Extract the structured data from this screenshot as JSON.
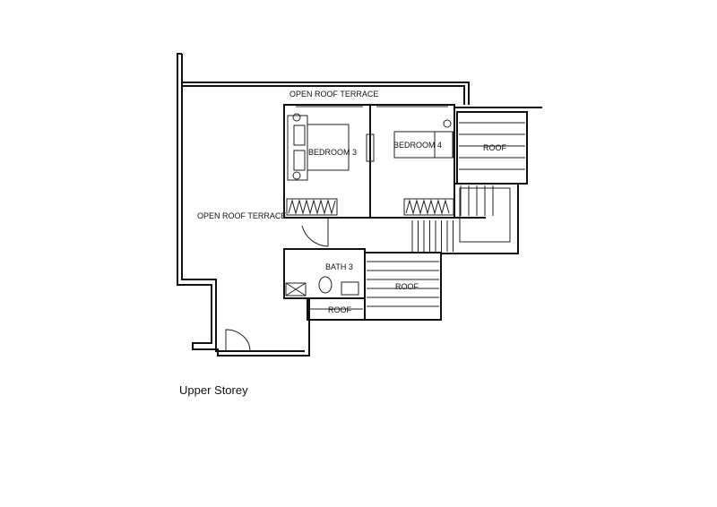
{
  "plan": {
    "labels": {
      "terrace_top": "OPEN ROOF TERRACE",
      "terrace_left": "OPEN ROOF TERRACE",
      "bedroom3": "BEDROOM 3",
      "bedroom4": "BEDROOM 4",
      "bath3": "BATH 3",
      "roof_right": "ROOF",
      "roof_lower": "ROOF",
      "roof_small": "ROOF"
    },
    "caption": "Upper Storey"
  }
}
